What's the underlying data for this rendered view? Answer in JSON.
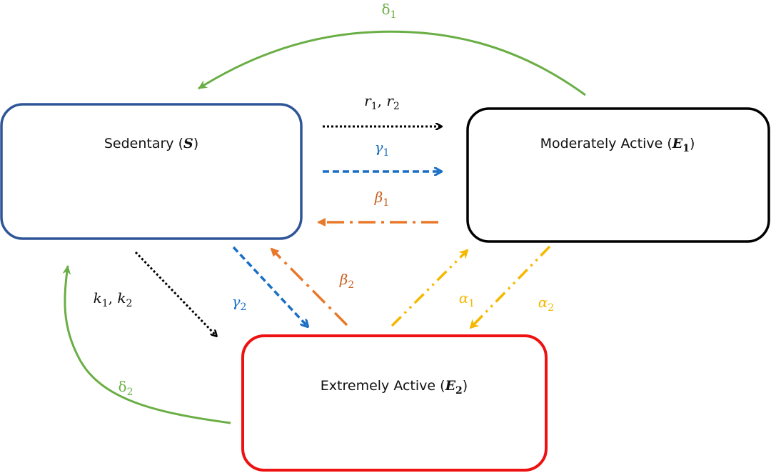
{
  "states": {
    "sedentary": {
      "label": "Sedentary (",
      "symbol": "S",
      "subscript": "",
      "close": ")",
      "color": "#2e5597"
    },
    "moderate": {
      "label": "Moderately Active (",
      "symbol": "E",
      "subscript": "1",
      "close": ")",
      "color": "#000000"
    },
    "extreme": {
      "label": "Extremely Active (",
      "symbol": "E",
      "subscript": "2",
      "close": ")",
      "color": "#ee1111"
    }
  },
  "transitions": {
    "r": {
      "sym1": "r",
      "sub1": "1",
      "sep": ", ",
      "sym2": "r",
      "sub2": "2",
      "from": "S",
      "to": "E1",
      "style": "dotted",
      "color": "#000000"
    },
    "gamma1": {
      "sym": "γ",
      "sub": "1",
      "from": "S",
      "to": "E1",
      "style": "dashed",
      "color": "#1a6fc4"
    },
    "beta1": {
      "sym": "β",
      "sub": "1",
      "from": "E1",
      "to": "S",
      "style": "dash-dot",
      "color": "#e8782a"
    },
    "delta1": {
      "sym": "δ",
      "sub": "1",
      "from": "E1",
      "to": "S",
      "style": "solid",
      "color": "#6aae45"
    },
    "k": {
      "sym1": "k",
      "sub1": "1",
      "sep": ", ",
      "sym2": "k",
      "sub2": "2",
      "from": "S",
      "to": "E2",
      "style": "dotted",
      "color": "#000000"
    },
    "gamma2": {
      "sym": "γ",
      "sub": "2",
      "from": "S",
      "to": "E2",
      "style": "dashed",
      "color": "#1a6fc4"
    },
    "beta2": {
      "sym": "β",
      "sub": "2",
      "from": "E2",
      "to": "S",
      "style": "dash-dot",
      "color": "#e8782a"
    },
    "alpha1": {
      "sym": "α",
      "sub": "1",
      "from": "E2",
      "to": "E1",
      "style": "dash-dot-dot",
      "color": "#f5b800"
    },
    "alpha2": {
      "sym": "α",
      "sub": "2",
      "from": "E1",
      "to": "E2",
      "style": "dash-dot-dot",
      "color": "#f5b800"
    },
    "delta2": {
      "sym": "δ",
      "sub": "2",
      "from": "E2",
      "to": "S",
      "style": "solid",
      "color": "#6aae45"
    }
  }
}
